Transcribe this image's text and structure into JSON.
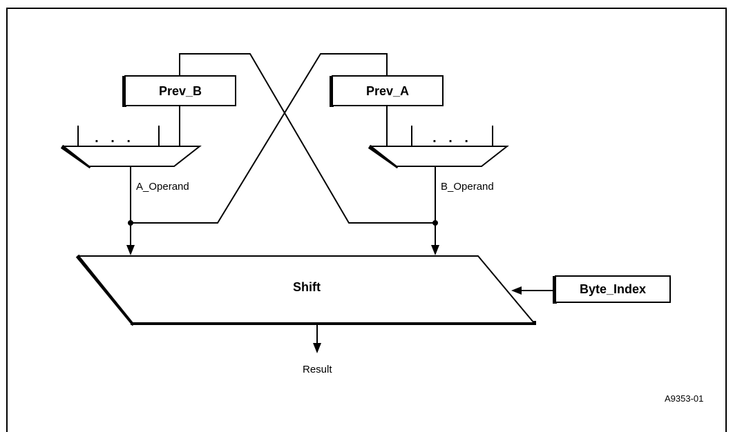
{
  "diagram": {
    "prev_b": "Prev_B",
    "prev_a": "Prev_A",
    "mux_left_inputs": ". . .",
    "mux_right_inputs": ". . .",
    "a_operand": "A_Operand",
    "b_operand": "B_Operand",
    "shift": "Shift",
    "byte_index": "Byte_Index",
    "result": "Result",
    "figure_id": "A9353-01"
  }
}
